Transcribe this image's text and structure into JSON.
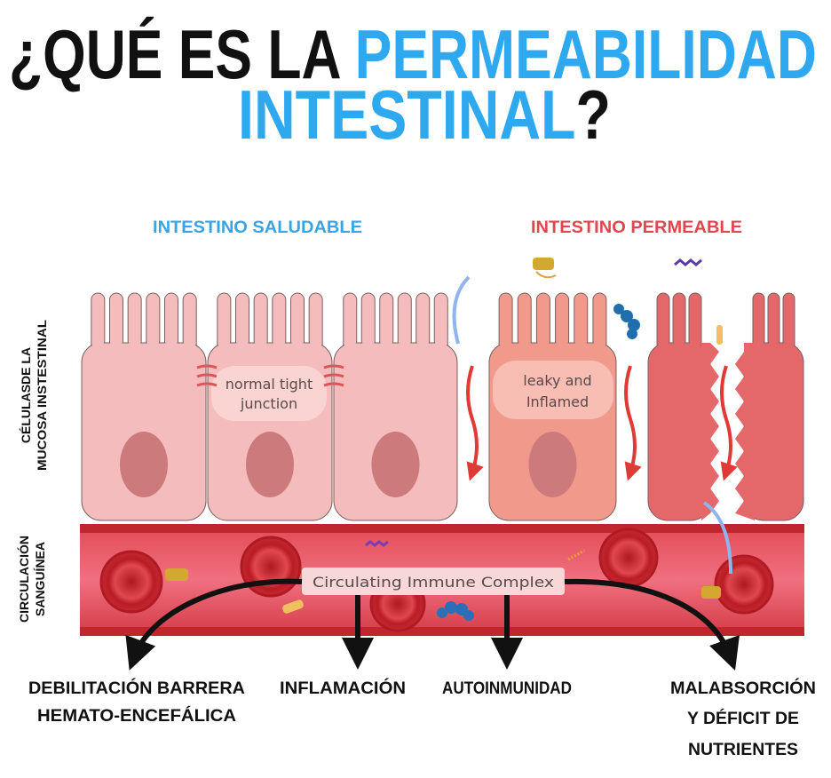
{
  "title": {
    "line1_black": "¿QUÉ ES LA ",
    "line1_blue": "PERMEABILIDAD",
    "line2_blue": "INTESTINAL",
    "line2_black": "?"
  },
  "sections": {
    "healthy": "INTESTINO SALUDABLE",
    "leaky": "INTESTINO PERMEABLE"
  },
  "side_labels": {
    "mucosa_line1": "CÉLULASDE LA",
    "mucosa_line2": "MUCOSA INSTESTINAL",
    "blood_line1": "CIRCULACIÓN",
    "blood_line2": "SANGUÍNEA"
  },
  "cell_labels": {
    "normal_line1": "normal tight",
    "normal_line2": "junction",
    "leaky_line1": "leaky and",
    "leaky_line2": "Inflamed"
  },
  "vessel_label": "Circulating Immune Complex",
  "outcomes": [
    {
      "line1": "DEBILITACIÓN BARRERA",
      "line2": "HEMATO-ENCEFÁLICA"
    },
    {
      "line1": "INFLAMACIÓN"
    },
    {
      "line1": "AUTOINMUNIDAD"
    },
    {
      "line1": "MALABSORCIÓN",
      "line2": "Y DÉFICIT DE",
      "line3": "NUTRIENTES"
    }
  ],
  "colors": {
    "blue": "#2ea8ef",
    "red_title": "#e0474c",
    "healthy_cell": "#f4bcbc",
    "leaky_cell": "#f19a8c",
    "broken_cell": "#e4686a",
    "vessel": "#d63a44"
  }
}
